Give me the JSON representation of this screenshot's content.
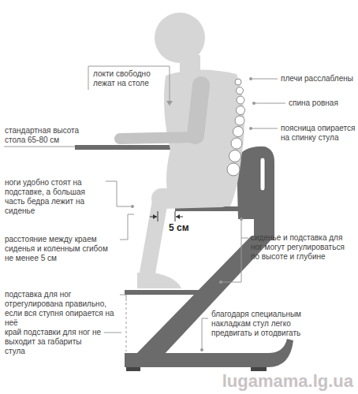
{
  "diagram": {
    "labels": [
      "локти свободно лежат на столе",
      "плечи расслаблены",
      "спина ровная",
      "поясница опирается на спинку стула",
      "стандартная высота стола 65-80 см",
      "ноги удобно стоят на подставке, а большая часть бедра лежит на сиденье",
      "5 см",
      "сиденье и подставка для ног могут регулироваться по высоте и глубине",
      "расстояние между краем сиденья и коленным сгибом не менее 5 см",
      "подставка для ног отрегулирована правильно, если вся ступня опирается на неё",
      "край подставки для ног не выходит за габариты стула",
      "благодаря специальным накладкам стул легко предвигать и отодвигать",
      "lugamama.lg.ua"
    ]
  }
}
